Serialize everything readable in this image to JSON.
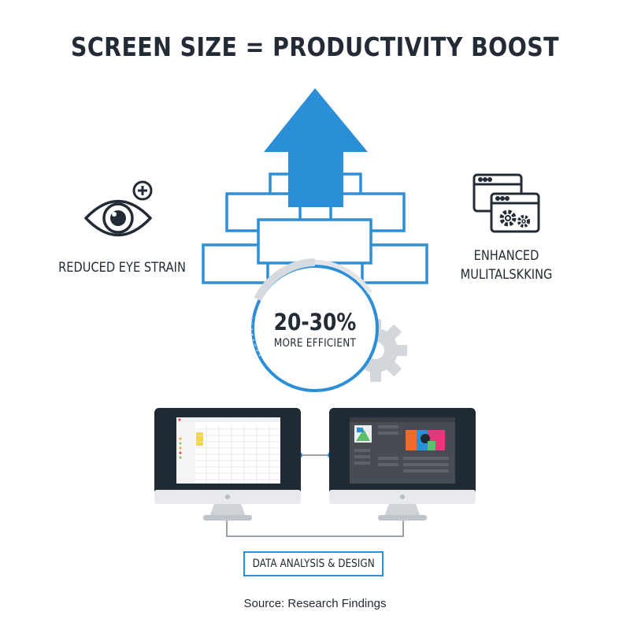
{
  "title": "SCREEN SIZE = PRODUCTIVITY BOOST",
  "benefits": {
    "eye": {
      "label": "REDUCED EYE STRAIN",
      "icon": "eye-plus-icon"
    },
    "multitasking": {
      "label_line1": "ENHANCED",
      "label_line2": "MULITALSKKING",
      "icon": "windows-gears-icon"
    }
  },
  "stat": {
    "value": "20-30%",
    "caption": "MORE EFFICIENT"
  },
  "monitors": {
    "left": "spreadsheet-screen",
    "right": "design-app-screen"
  },
  "caption": "DATA ANALYSIS & DESIGN",
  "source": "Source: Research Findings",
  "colors": {
    "accent": "#2b8fd8",
    "dark": "#222b36",
    "gray": "#d0d3d7"
  }
}
